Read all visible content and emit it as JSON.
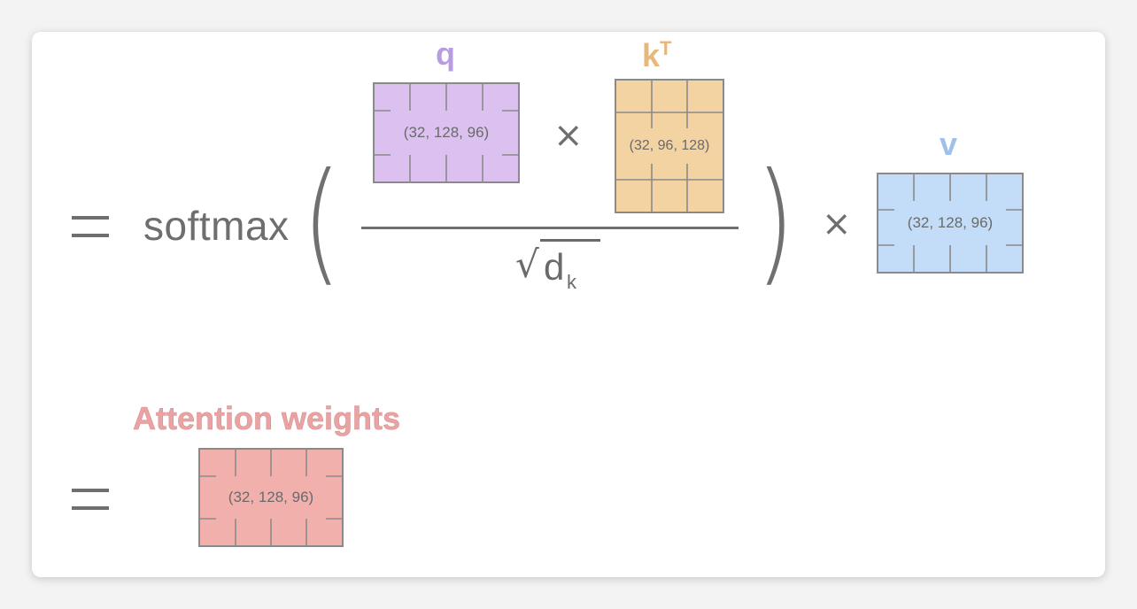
{
  "equation": {
    "equals_1": "=",
    "softmax": "softmax",
    "open_paren": "(",
    "close_paren": ")",
    "times_qk": "×",
    "times_v": "×",
    "sqrt_symbol": "√",
    "sqrt_var": "d",
    "sqrt_sub": "k",
    "equals_2": "="
  },
  "matrices": {
    "q": {
      "label": "q",
      "shape": "(32, 128, 96)",
      "fill": "#dcc1f0",
      "label_color": "#b99ce0"
    },
    "kT": {
      "label": "k",
      "label_sup": "T",
      "shape": "(32, 96, 128)",
      "fill": "#f4d3a3",
      "label_color": "#e7b87a"
    },
    "v": {
      "label": "v",
      "shape": "(32, 128, 96)",
      "fill": "#c3dcf7",
      "label_color": "#9fc0ea"
    },
    "attention": {
      "label": "Attention weights",
      "shape": "(32, 128, 96)",
      "fill": "#f2b0ad",
      "label_color": "#e9a3a3"
    }
  }
}
